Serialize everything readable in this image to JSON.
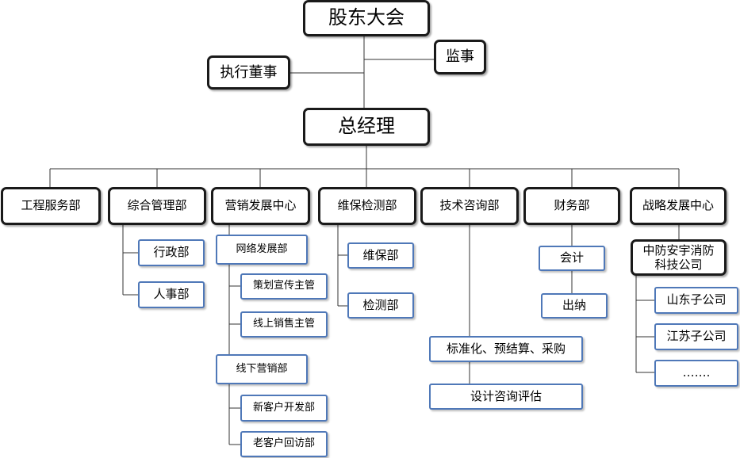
{
  "top": {
    "shareholders_meeting": "股东大会",
    "supervisor": "监事",
    "executive_director": "执行董事",
    "general_manager": "总经理"
  },
  "departments": [
    {
      "label": "工程服务部",
      "children": []
    },
    {
      "label": "综合管理部",
      "children": [
        "行政部",
        "人事部"
      ]
    },
    {
      "label": "营销发展中心",
      "children": [
        {
          "label": "网络发展部",
          "children": [
            "策划宣传主管",
            "线上销售主管"
          ]
        },
        {
          "label": "线下营销部",
          "children": [
            "新客户开发部",
            "老客户回访部"
          ]
        }
      ]
    },
    {
      "label": "维保检测部",
      "children": [
        "维保部",
        "检测部"
      ]
    },
    {
      "label": "技术咨询部",
      "children": [
        "标准化、预结算、采购",
        "设计咨询评估"
      ]
    },
    {
      "label": "财务部",
      "children": [
        "会计",
        "出纳"
      ]
    },
    {
      "label": "战略发展中心",
      "children": [
        {
          "label": "中防安宇消防\n科技公司",
          "children": [
            "山东子公司",
            "江苏子公司",
            "……."
          ]
        }
      ]
    }
  ],
  "colors": {
    "box_border_black": "#1a1a1a",
    "box_border_blue": "#4f78b8",
    "connector": "#333333"
  }
}
